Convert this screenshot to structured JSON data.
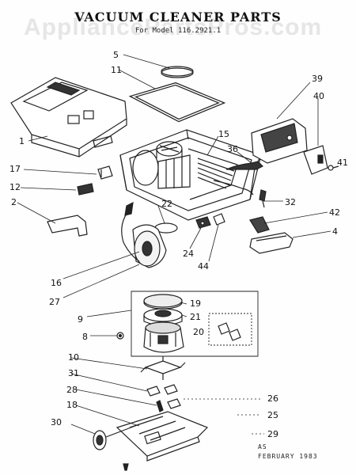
{
  "header": {
    "title": "VACUUM CLEANER PARTS",
    "subtitle": "For Model 116.2921.1",
    "watermark": "AppliancePartsPros.com"
  },
  "callouts": {
    "c1": "1",
    "c2": "2",
    "c4": "4",
    "c5": "5",
    "c8": "8",
    "c9": "9",
    "c10": "10",
    "c11": "11",
    "c12": "12",
    "c15": "15",
    "c16": "16",
    "c17": "17",
    "c18": "18",
    "c19": "19",
    "c20": "20",
    "c21": "21",
    "c22": "22",
    "c24": "24",
    "c25": "25",
    "c26": "26",
    "c27": "27",
    "c28": "28",
    "c29": "29",
    "c30": "30",
    "c31": "31",
    "c32": "32",
    "c36": "36",
    "c39": "39",
    "c40": "40",
    "c41": "41",
    "c42": "42",
    "c44": "44"
  },
  "footer": {
    "code": "AS",
    "date": "FEBRUARY  1983"
  }
}
